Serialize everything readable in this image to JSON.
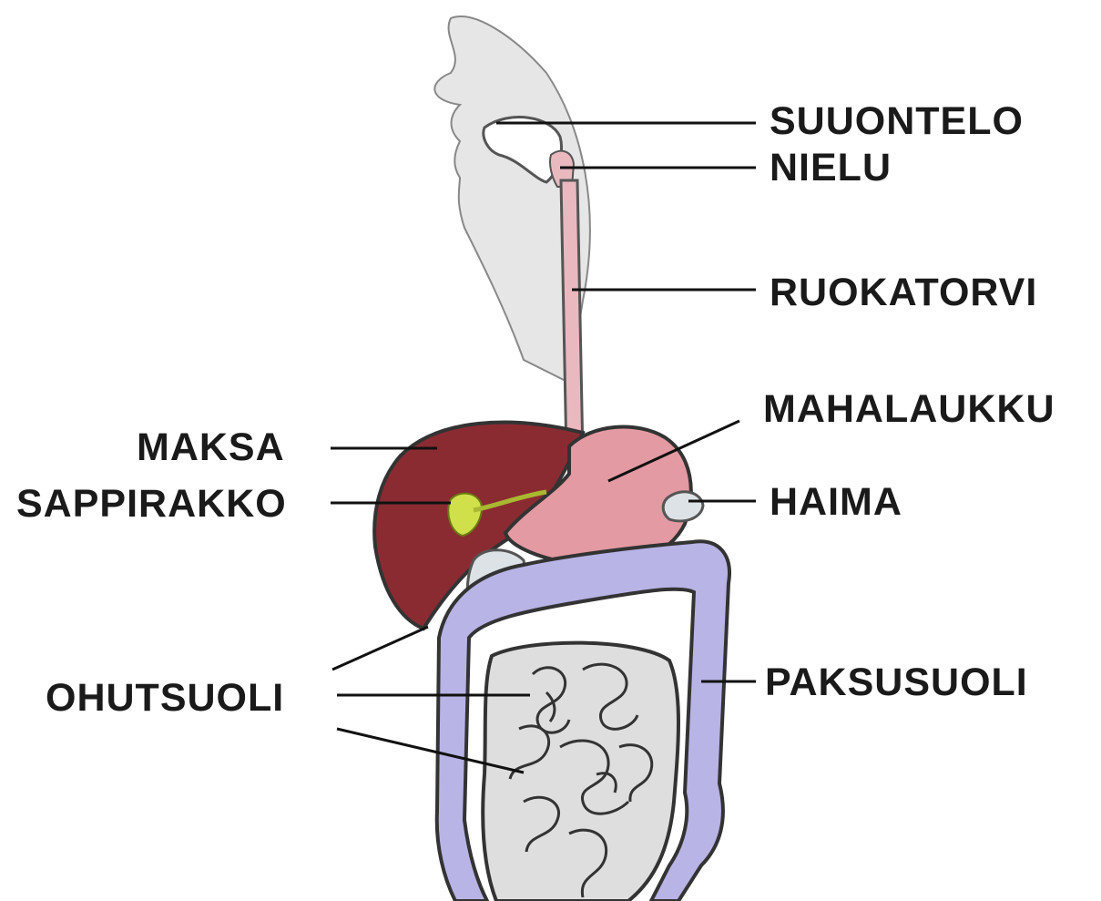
{
  "labels": {
    "mouth": "SUUONTELO",
    "pharynx": "NIELU",
    "esophagus": "RUOKATORVI",
    "stomach": "MAHALAUKKU",
    "liver": "MAKSA",
    "gallbladder": "SAPPIRAKKO",
    "pancreas": "HAIMA",
    "large_intestine": "PAKSUSUOLI",
    "small_intestine": "OHUTSUOLI"
  },
  "colors": {
    "head": "#e6e6e6",
    "esophagus": "#e9b9bf",
    "liver": "#8a2b32",
    "stomach": "#e39aa2",
    "gallbladder": "#cfe04a",
    "pancreas": "#dde2e6",
    "large_intestine": "#b8b4e6",
    "small_intestine": "#dedede",
    "outline": "#333333"
  }
}
